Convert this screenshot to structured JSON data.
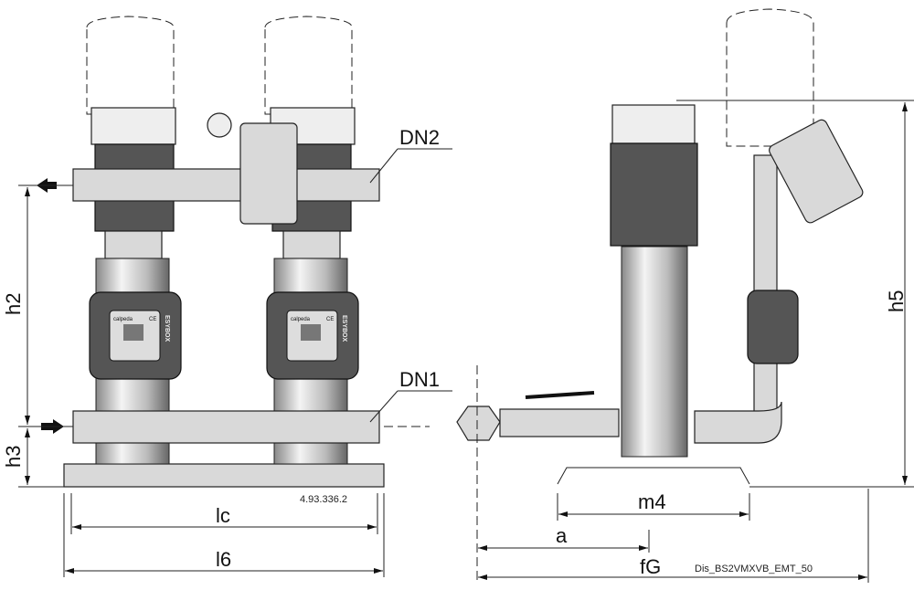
{
  "labels": {
    "dn2": "DN2",
    "dn1": "DN1",
    "h2": "h2",
    "h3": "h3",
    "lc": "lc",
    "l6": "l6",
    "m4": "m4",
    "a": "a",
    "fG": "fG",
    "h5": "h5"
  },
  "drawing_code_left": "4.93.336.2",
  "drawing_code_right": "Dis_BS2VMXVB_EMT_50",
  "controller": {
    "brand": "calpeda",
    "mark": "CE",
    "product": "ESYBOX"
  }
}
